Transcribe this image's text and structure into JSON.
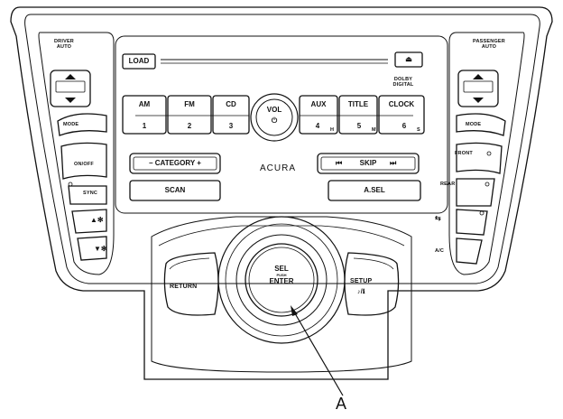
{
  "left_controls": {
    "driver_auto": "DRIVER\nAUTO",
    "mode": "MODE",
    "on_off": "ON/OFF",
    "sync": "SYNC"
  },
  "right_controls": {
    "passenger_auto": "PASSENGER\nAUTO",
    "mode": "MODE",
    "front": "FRONT",
    "rear": "REAR",
    "ac": "A/C"
  },
  "disc": {
    "load": "LOAD",
    "eject": "⏏"
  },
  "badge": "DOLBY\nDIGITAL",
  "bands": {
    "am": "AM",
    "fm": "FM",
    "cd": "CD",
    "aux": "AUX",
    "title": "TITLE",
    "clock": "CLOCK"
  },
  "presets": [
    "1",
    "2",
    "3",
    "4",
    "5",
    "6"
  ],
  "preset_letters": {
    "h": "H",
    "m": "M",
    "s": "S"
  },
  "vol": {
    "label": "VOL",
    "power": "⏻"
  },
  "category": "– CATEGORY +",
  "skip": "SKIP",
  "brand": "ACURA",
  "scan": "SCAN",
  "asel": "A.SEL",
  "knob": {
    "sel": "SEL",
    "push": "PUSH",
    "enter": "ENTER"
  },
  "return_label": "RETURN",
  "setup": {
    "label": "SETUP",
    "sub": "♪/ℹ"
  },
  "callout": "A"
}
